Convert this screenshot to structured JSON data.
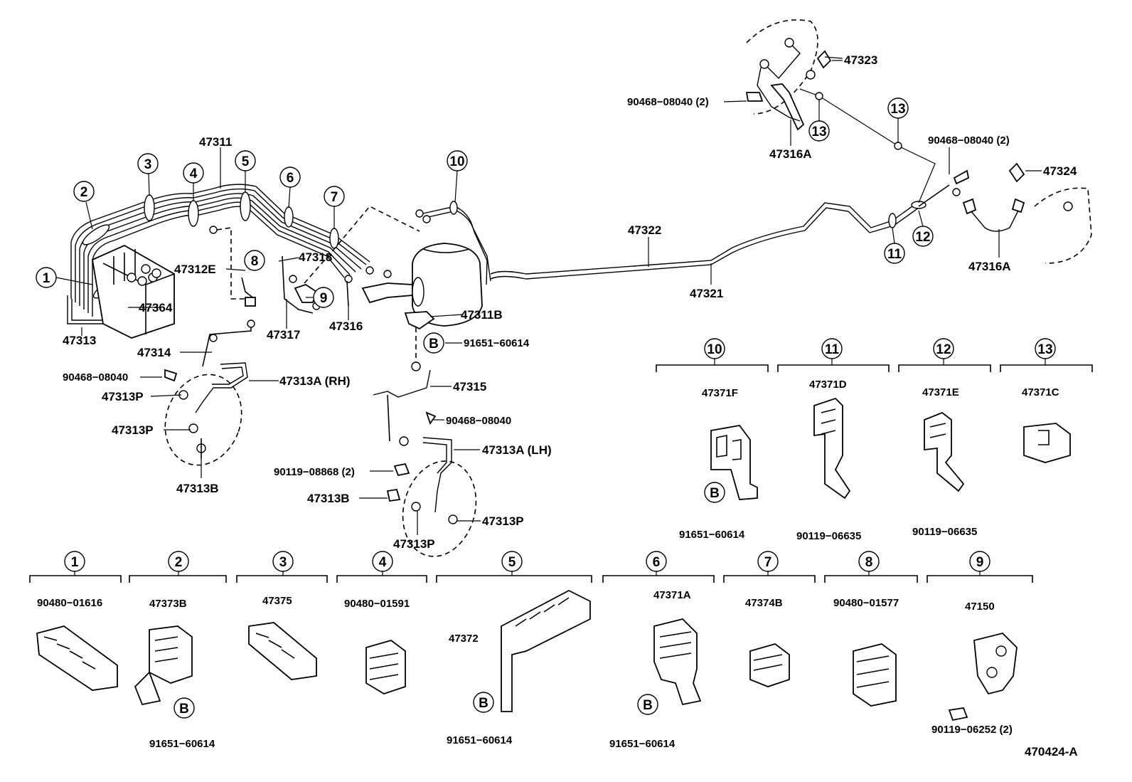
{
  "drawing_id": "470424-A",
  "main_labels": {
    "p47311": "47311",
    "p47312E": "47312E",
    "p47318": "47318",
    "p47364": "47364",
    "p47313": "47313",
    "p47317": "47317",
    "p47316": "47316",
    "p47311B": "47311B",
    "p91651_top": "91651−60614",
    "p47314": "47314",
    "p90468_rh": "90468−08040",
    "p47313A_rh": "47313A (RH)",
    "p47313P_a": "47313P",
    "p47313P_b": "47313P",
    "p47313B_rh": "47313B",
    "p47315": "47315",
    "p90468_lh": "90468−08040",
    "p47313A_lh": "47313A (LH)",
    "p90119_08868": "90119−08868 (2)",
    "p47313B_lh": "47313B",
    "p47313P_c": "47313P",
    "p47313P_d": "47313P",
    "p47322": "47322",
    "p47321": "47321",
    "p47323": "47323",
    "p90468_r1": "90468−08040 (2)",
    "p47316A_top": "47316A",
    "p90468_r2": "90468−08040 (2)",
    "p47324": "47324",
    "p47316A_right": "47316A"
  },
  "callouts": {
    "c1": "1",
    "c2": "2",
    "c3": "3",
    "c4": "4",
    "c5": "5",
    "c6": "6",
    "c7": "7",
    "c8": "8",
    "c9": "9",
    "c10": "10",
    "c11": "11",
    "c12": "12",
    "c13a": "13",
    "c13b": "13",
    "cB": "B"
  },
  "detail_groups_top": [
    {
      "num": "10",
      "part": "47371F",
      "extra": "91651−60614",
      "b": "B"
    },
    {
      "num": "11",
      "part": "47371D",
      "extra": "90119−06635"
    },
    {
      "num": "12",
      "part": "47371E",
      "extra": "90119−06635"
    },
    {
      "num": "13",
      "part": "47371C"
    }
  ],
  "detail_groups_bottom": [
    {
      "num": "1",
      "part": "90480−01616"
    },
    {
      "num": "2",
      "part": "47373B",
      "extra": "91651−60614",
      "b": "B"
    },
    {
      "num": "3",
      "part": "47375"
    },
    {
      "num": "4",
      "part": "90480−01591"
    },
    {
      "num": "5",
      "part": "47372",
      "extra": "91651−60614",
      "b": "B"
    },
    {
      "num": "6",
      "part": "47371A",
      "extra": "91651−60614",
      "b": "B"
    },
    {
      "num": "7",
      "part": "47374B"
    },
    {
      "num": "8",
      "part": "90480−01577"
    },
    {
      "num": "9",
      "part": "47150",
      "extra": "90119−06252 (2)"
    }
  ]
}
